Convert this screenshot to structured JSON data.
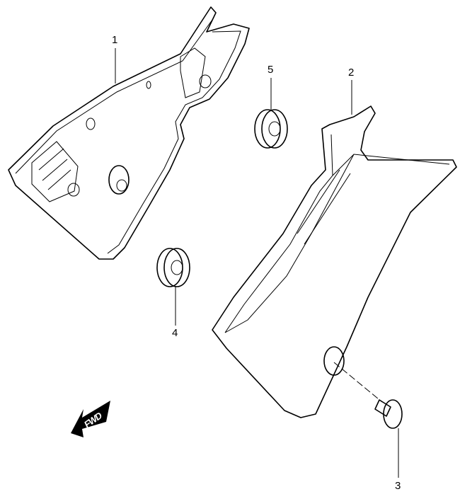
{
  "diagram": {
    "callouts": [
      {
        "id": "1",
        "label": "1"
      },
      {
        "id": "2",
        "label": "2"
      },
      {
        "id": "3",
        "label": "3"
      },
      {
        "id": "4",
        "label": "4"
      },
      {
        "id": "5",
        "label": "5"
      }
    ],
    "direction_marker": "FWD"
  }
}
